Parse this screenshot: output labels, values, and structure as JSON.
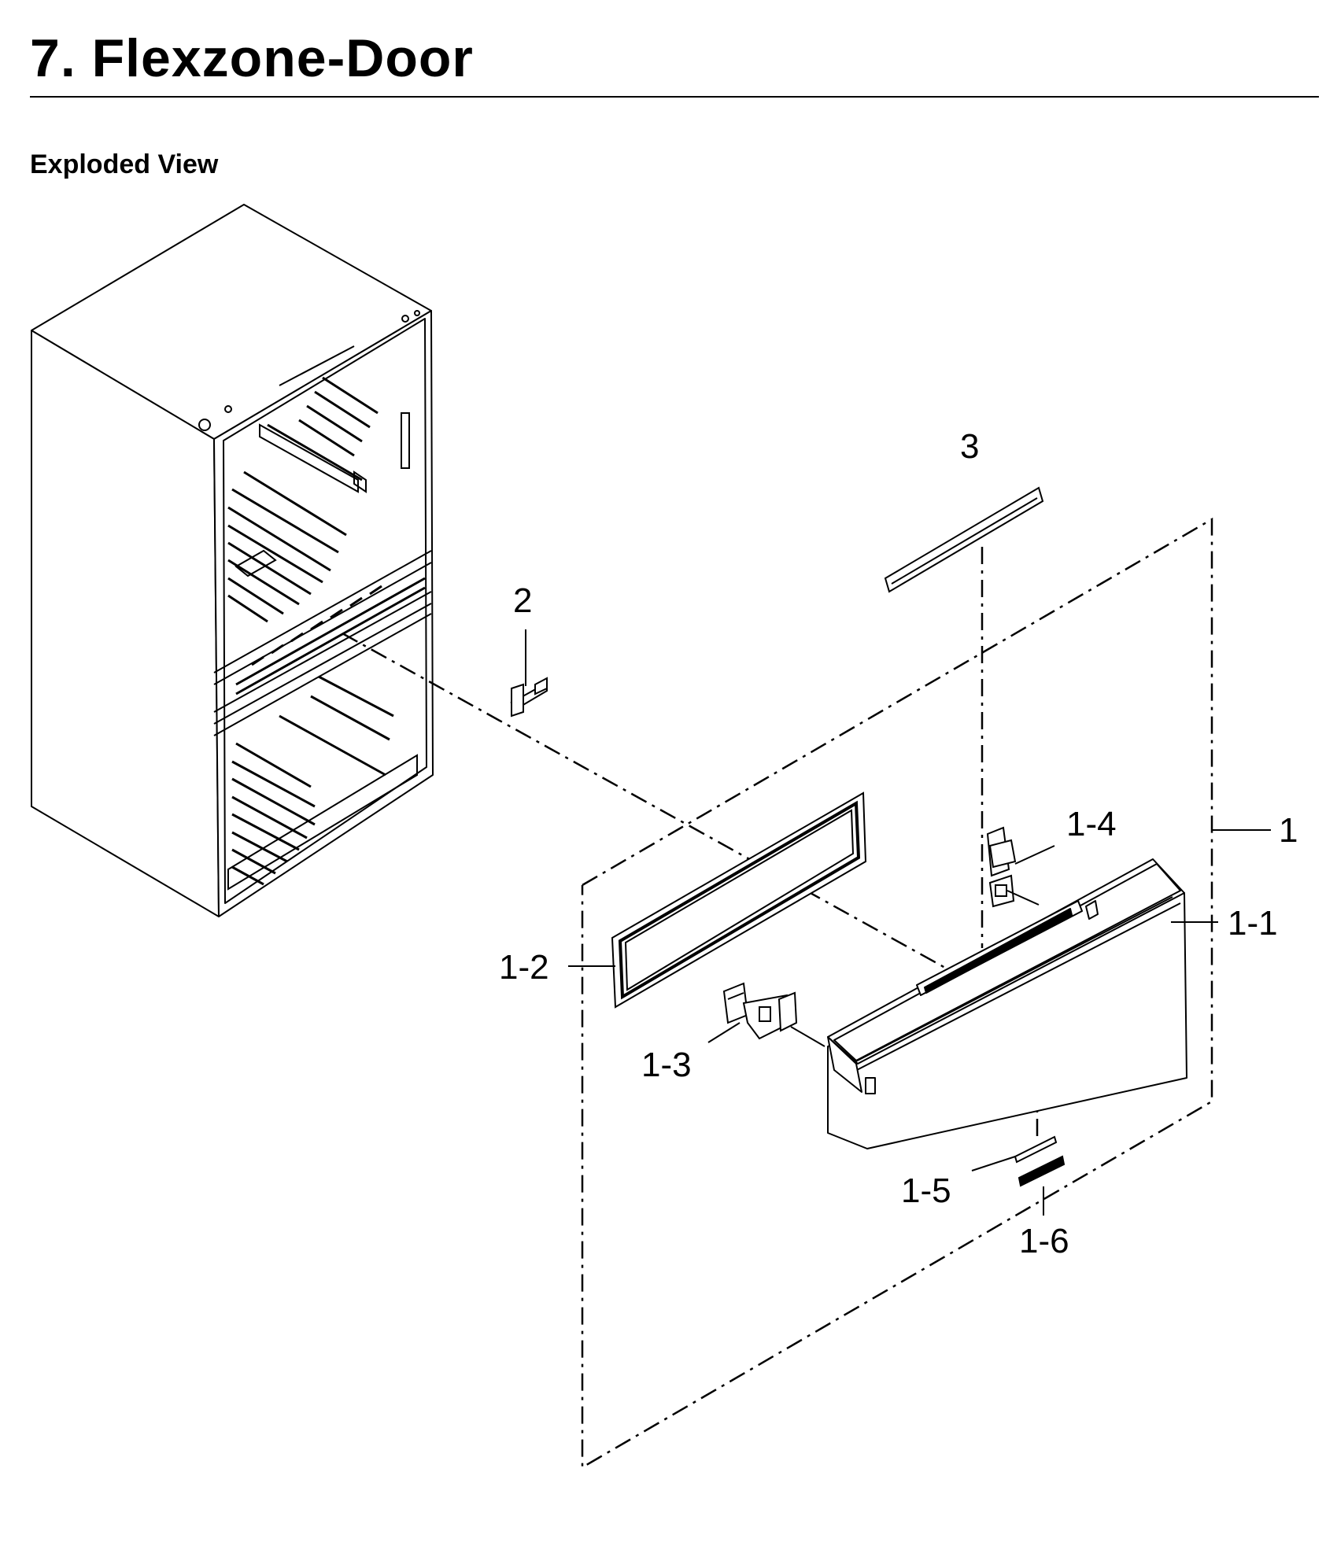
{
  "header": {
    "title": "7.  Flexzone-Door",
    "subtitle": "Exploded View"
  },
  "diagram": {
    "parts": [
      {
        "id": "3",
        "label": "3"
      },
      {
        "id": "2",
        "label": "2"
      },
      {
        "id": "1",
        "label": "1"
      },
      {
        "id": "1-1",
        "label": "1-1"
      },
      {
        "id": "1-2",
        "label": "1-2"
      },
      {
        "id": "1-3",
        "label": "1-3"
      },
      {
        "id": "1-4",
        "label": "1-4"
      },
      {
        "id": "1-5",
        "label": "1-5"
      },
      {
        "id": "1-6",
        "label": "1-6"
      }
    ]
  },
  "colors": {
    "ink": "#000000",
    "background": "#ffffff"
  }
}
